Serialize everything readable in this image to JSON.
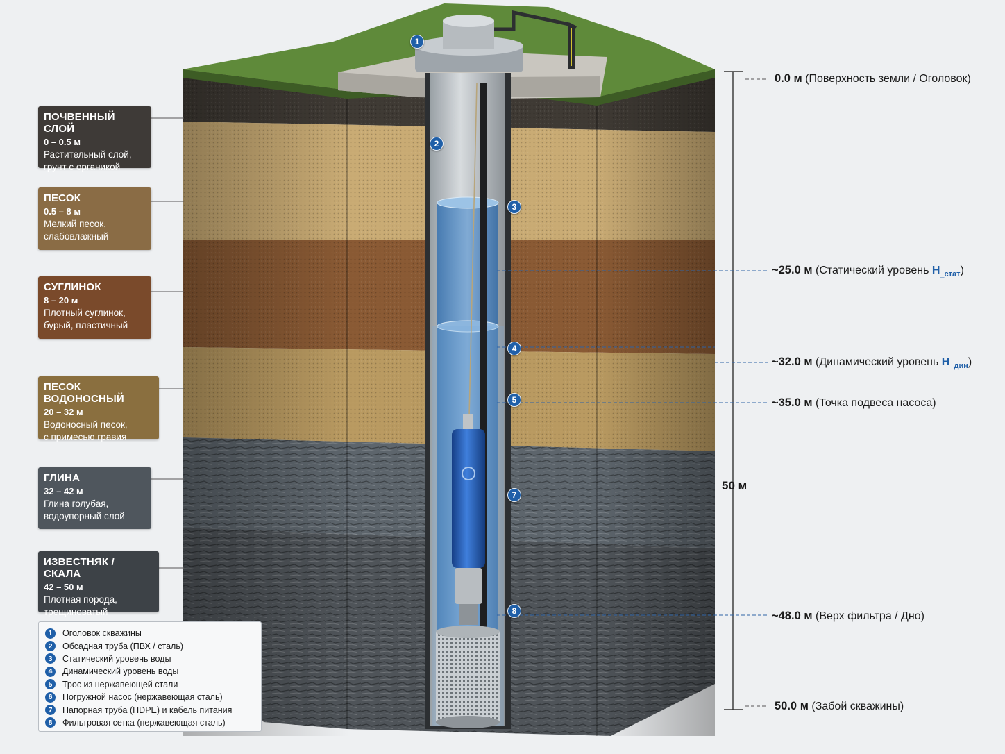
{
  "layers": [
    {
      "name": "ПОЧВЕННЫЙ СЛОЙ",
      "range": "0 – 0.5 м",
      "desc1": "Растительный слой,",
      "desc2": "грунт с органикой",
      "color": "#3e3a37"
    },
    {
      "name": "ПЕСОК",
      "range": "0.5 – 8 м",
      "desc1": "Мелкий песок,",
      "desc2": "слабовлажный",
      "color": "#8a6c45"
    },
    {
      "name": "СУГЛИНОК",
      "range": "8 – 20 м",
      "desc1": "Плотный суглинок,",
      "desc2": "бурый, пластичный",
      "color": "#7a4a2b"
    },
    {
      "name": "ПЕСОК ВОДОНОСНЫЙ",
      "range": "20 – 32 м",
      "desc1": "Водоносный песок,",
      "desc2": "с примесью гравия",
      "color": "#8a6f3f"
    },
    {
      "name": "ГЛИНА",
      "range": "32 – 42 м",
      "desc1": "Глина голубая,",
      "desc2": "водоупорный слой",
      "color": "#4f565d"
    },
    {
      "name": "ИЗВЕСТНЯК / СКАЛА",
      "range": "42 – 50 м",
      "desc1": "Плотная порода,",
      "desc2": "трещиноватый известняк",
      "color": "#3d4247"
    }
  ],
  "levels": [
    {
      "value": "0.0 м",
      "text": "(Поверхность земли / Оголовок)",
      "sym": "",
      "sub": "",
      "close": ""
    },
    {
      "value": "~25.0 м",
      "text": "(Статический уровень ",
      "sym": "H",
      "sub": "_стат",
      "close": ")"
    },
    {
      "value": "~32.0 м",
      "text": "(Динамический уровень ",
      "sym": "H",
      "sub": "_дин",
      "close": ")"
    },
    {
      "value": "~35.0 м",
      "text": "(Точка подвеса насоса)",
      "sym": "",
      "sub": "",
      "close": ""
    },
    {
      "value": "~48.0 м",
      "text": "(Верх фильтра / Дно)",
      "sym": "",
      "sub": "",
      "close": ""
    },
    {
      "value": "50.0 м",
      "text": "(Забой скважины)",
      "sym": "",
      "sub": "",
      "close": ""
    }
  ],
  "total_depth": "50 м",
  "callouts": [
    "1",
    "2",
    "3",
    "4",
    "5",
    "7",
    "8"
  ],
  "legend": [
    {
      "num": "1",
      "label": "Оголовок скважины"
    },
    {
      "num": "2",
      "label": "Обсадная труба (ПВХ / сталь)"
    },
    {
      "num": "3",
      "label": "Статический уровень воды"
    },
    {
      "num": "4",
      "label": "Динамический уровень воды"
    },
    {
      "num": "5",
      "label": "Трос из нержавеющей стали"
    },
    {
      "num": "6",
      "label": "Погружной насос (нержавеющая сталь)"
    },
    {
      "num": "7",
      "label": "Напорная труба (HDPE) и кабель питания"
    },
    {
      "num": "8",
      "label": "Фильтровая сетка (нержавеющая сталь)"
    }
  ],
  "colors": {
    "accent": "#1f5fa8",
    "water": "#4b86c2",
    "pump": "#2a63b8",
    "grass": "#5f8a3a"
  }
}
